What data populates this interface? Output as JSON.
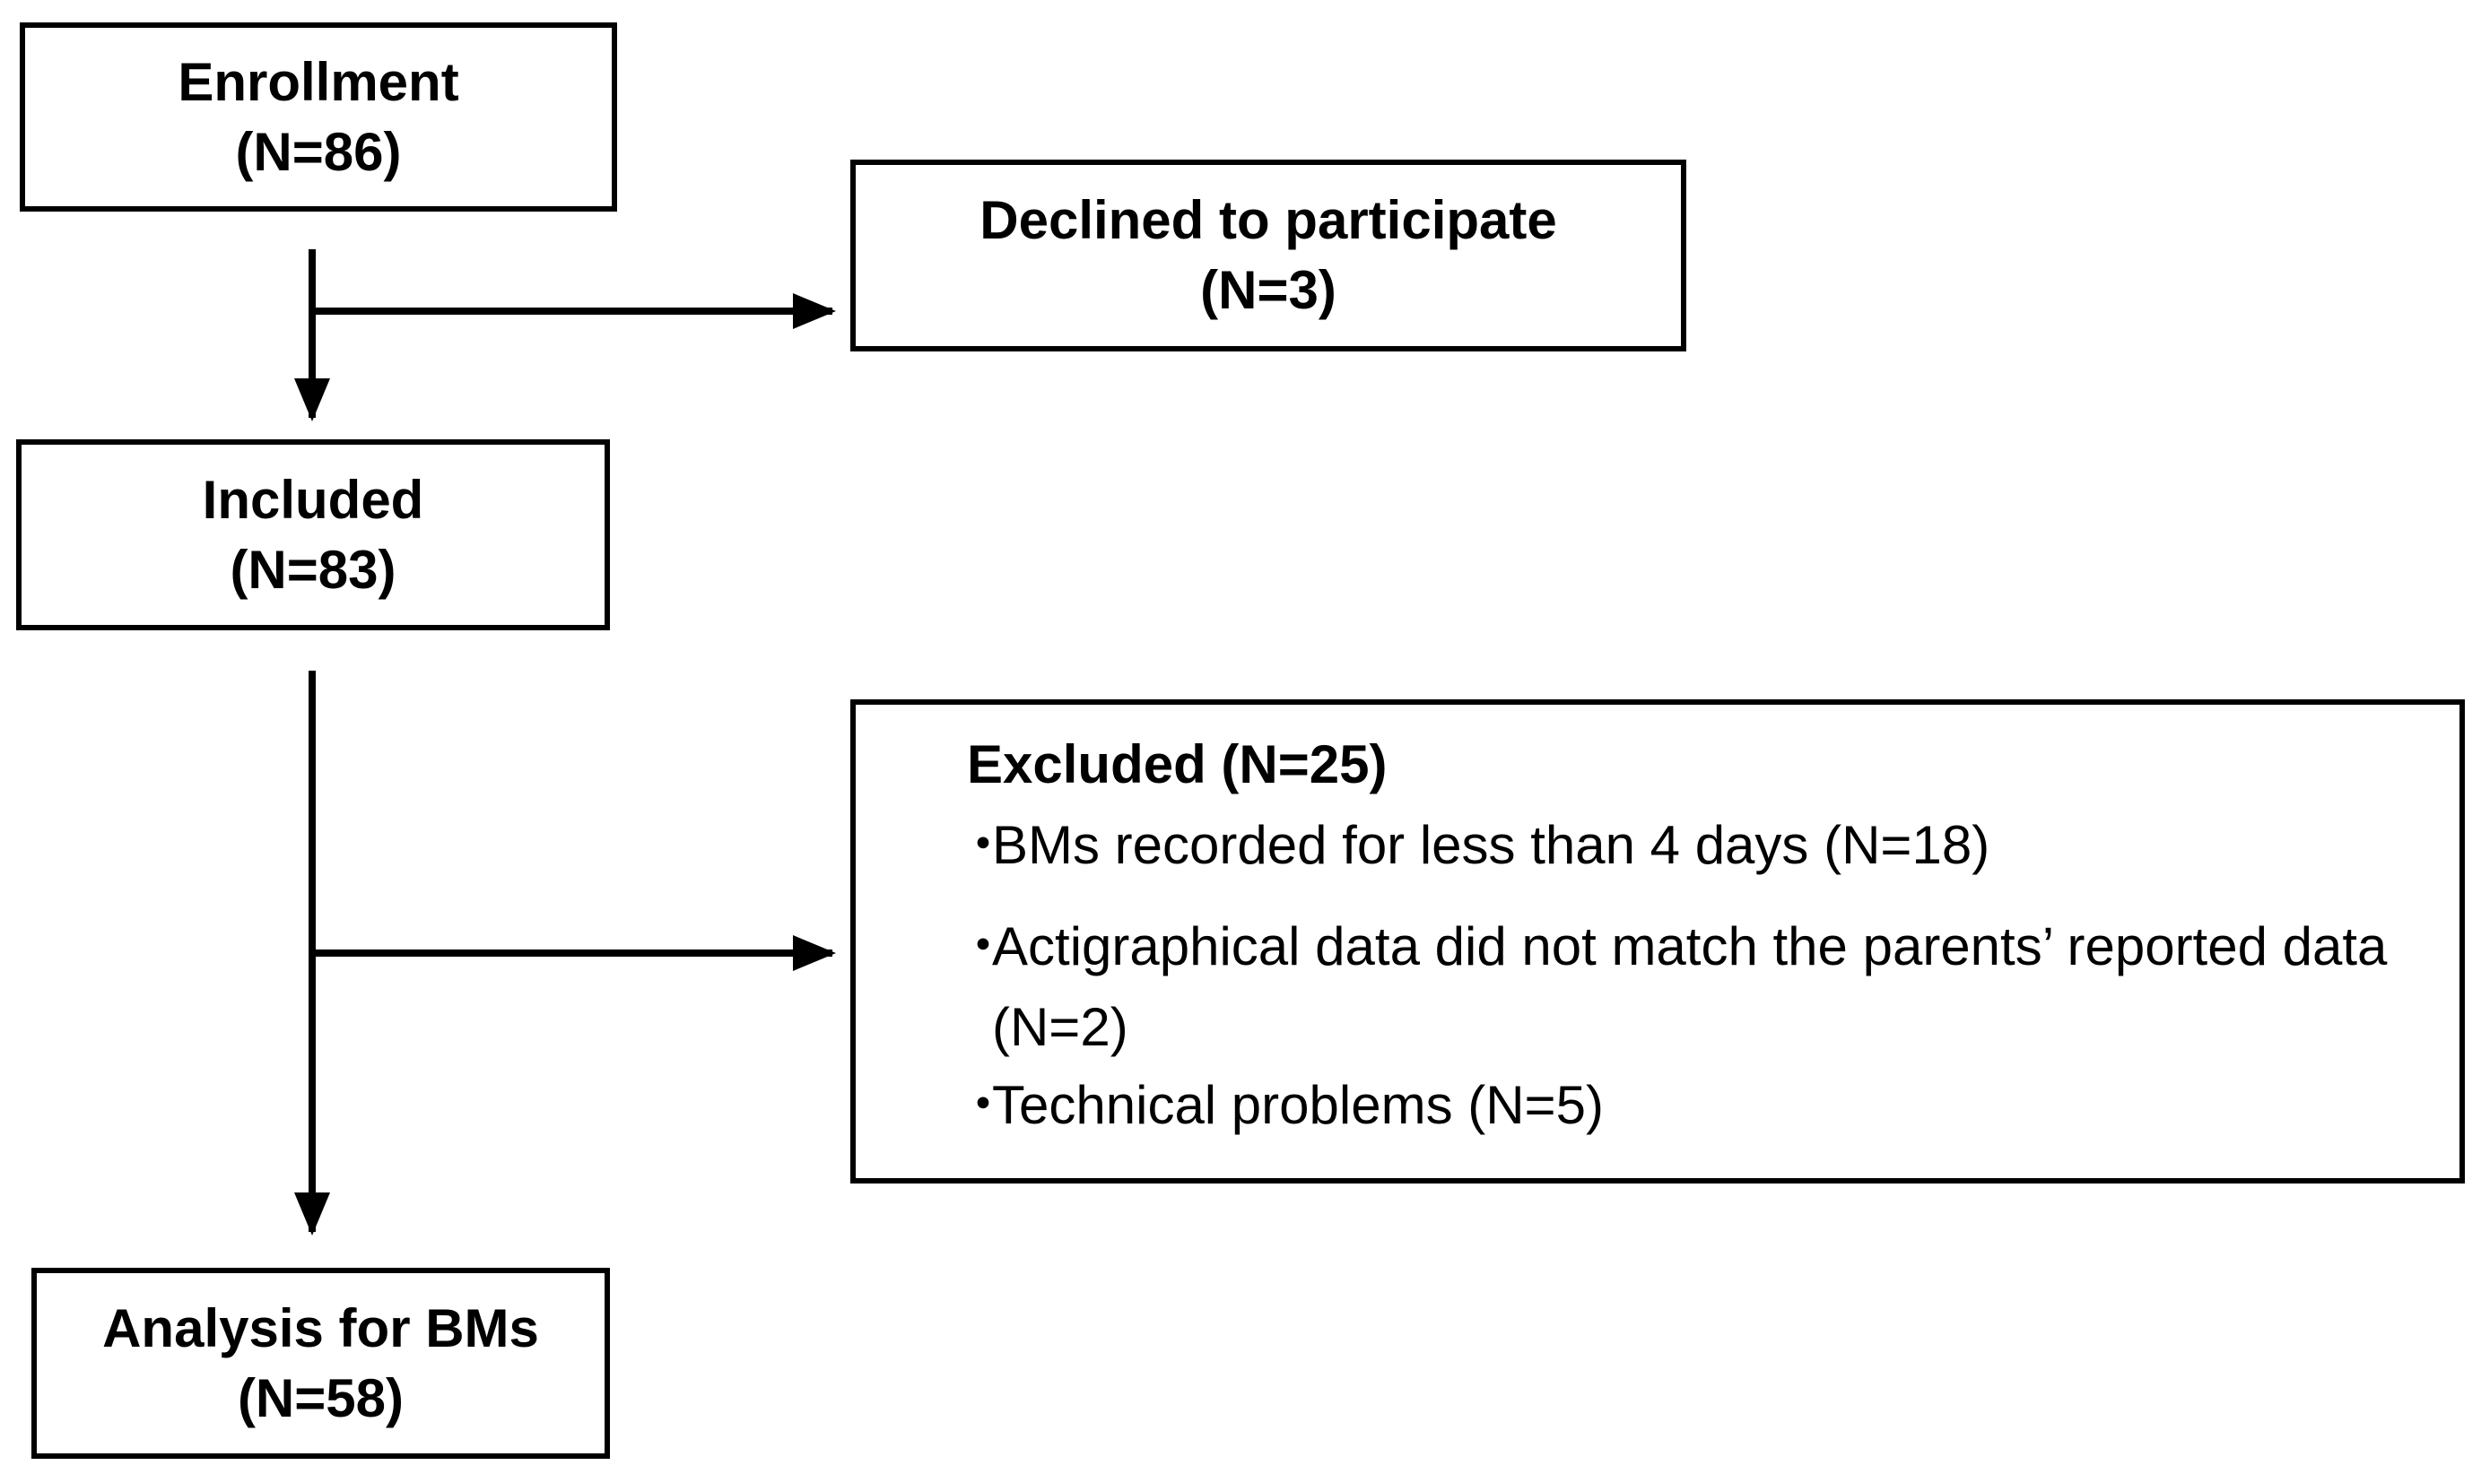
{
  "enrollment": {
    "title": "Enrollment",
    "count": "(N=86)"
  },
  "declined": {
    "title": "Declined to participate",
    "count": "(N=3)"
  },
  "included": {
    "title": "Included",
    "count": "(N=83)"
  },
  "excluded": {
    "title": "Excluded (N=25)",
    "bullet": "・",
    "reasons": [
      "BMs recorded for less than 4 days (N=18)",
      "Actigraphical data did not match the parents’ reported data (N=2)",
      "Technical problems (N=5)"
    ]
  },
  "analysis": {
    "title": "Analysis for BMs",
    "count": "(N=58)"
  },
  "colors": {
    "stroke": "#000000",
    "background": "#ffffff"
  }
}
